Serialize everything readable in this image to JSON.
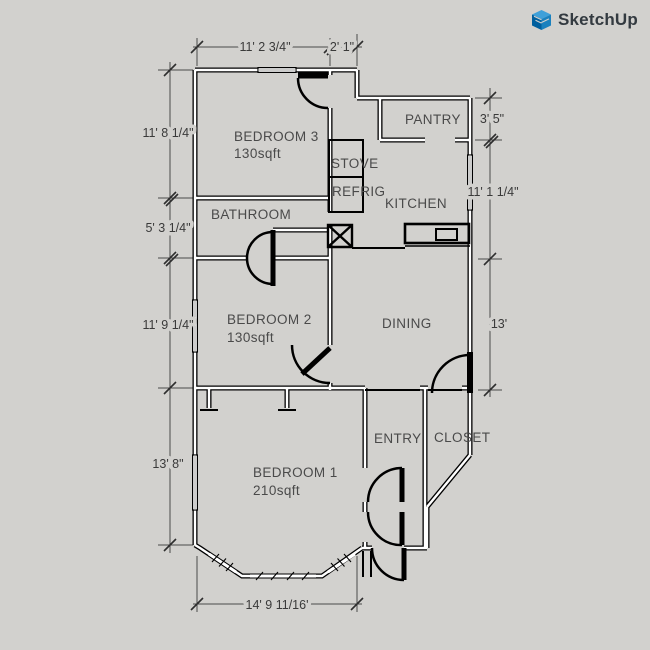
{
  "brand": {
    "name": "SketchUp",
    "logo_icon": "sketchup-cube-icon",
    "text_color": "#333a40",
    "logo_blue_dark": "#005f9e",
    "logo_blue_mid": "#1b81be",
    "logo_blue_light": "#3fa0d9"
  },
  "canvas": {
    "background": "#d2d1ce",
    "wall_color": "#000000",
    "dimension_color": "#3a3a3a",
    "label_color": "#4a4a4a"
  },
  "rooms": {
    "bedroom3": {
      "name": "BEDROOM 3",
      "area": "130sqft"
    },
    "bathroom": {
      "name": "BATHROOM"
    },
    "pantry": {
      "name": "PANTRY"
    },
    "stove": {
      "name": "STOVE"
    },
    "refrig": {
      "name": "REFRIG"
    },
    "kitchen": {
      "name": "KITCHEN"
    },
    "bedroom2": {
      "name": "BEDROOM 2",
      "area": "130sqft"
    },
    "dining": {
      "name": "DINING"
    },
    "entry": {
      "name": "ENTRY"
    },
    "closet": {
      "name": "CLOSET"
    },
    "bedroom1": {
      "name": "BEDROOM 1",
      "area": "210sqft"
    }
  },
  "dimensions": {
    "top_width": "11' 2 3/4\"",
    "top_offset": "2' 1\"",
    "pantry_height": "3' 5\"",
    "bedroom3_height": "11' 8 1/4\"",
    "kitchen_height": "11' 1 1/4\"",
    "bathroom_height": "5' 3 1/4\"",
    "bedroom2_height": "11' 9 1/4\"",
    "dining_height": "13'",
    "bedroom1_height": "13' 8\"",
    "bottom_width": "14' 9 11/16'"
  }
}
